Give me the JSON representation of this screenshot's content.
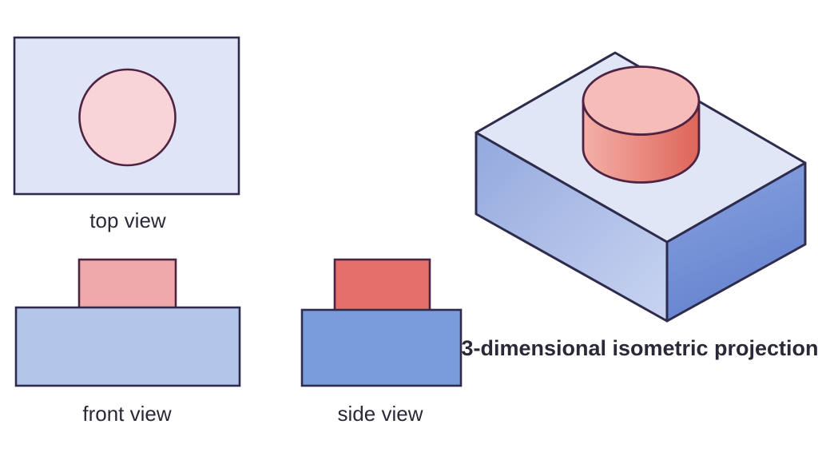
{
  "title": "3-dimensional isometric projection",
  "views": {
    "top": {
      "label": "top view"
    },
    "front": {
      "label": "front view"
    },
    "side": {
      "label": "side view"
    }
  },
  "colors": {
    "background": "#ffffff",
    "text": "#2d2838",
    "outline_blue": "#2e2b4d",
    "outline_red": "#4f2342",
    "top_view_plate": "#dfe5f6",
    "top_view_circle": "#f8d4d8",
    "front_base": "#b3c6e9",
    "front_top": "#efa9ab",
    "side_base": "#7a9cda",
    "side_top": "#e5706a",
    "iso_top_face": "#e0e6f6",
    "iso_left_face_start": "#93a9dd",
    "iso_left_face_end": "#c9d4f1",
    "iso_right_face_start": "#8aa4de",
    "iso_right_face_end": "#6583d0",
    "cylinder_top": "#f6bcba",
    "cylinder_side_start": "#f4b0a8",
    "cylinder_side_end": "#de6559"
  }
}
